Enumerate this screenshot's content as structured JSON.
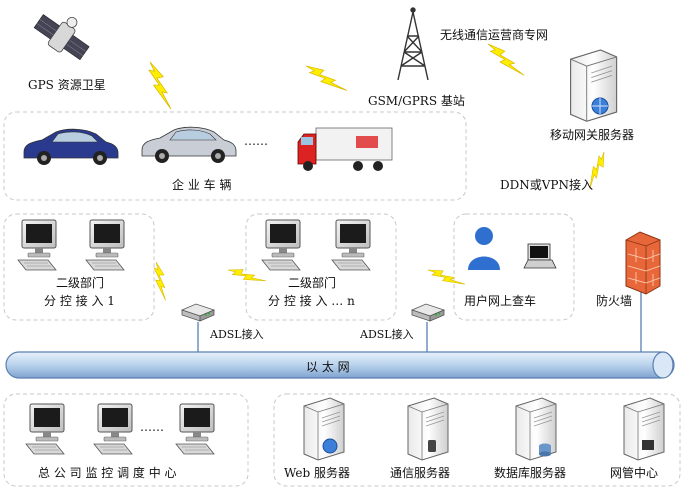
{
  "labels": {
    "gps_satellite": "GPS 资源卫星",
    "base_station": "GSM/GPRS 基站",
    "wireless_private_net": "无线通信运营商专网",
    "mobile_gateway": "移动网关服务器",
    "enterprise_vehicles": "企 业 车 辆",
    "vehicle_dots": "……",
    "ddn_vpn": "DDN或VPN接入",
    "branch_1_line1": "二级部门",
    "branch_1_line2": "分 控 接 入 1",
    "branch_n_line1": "二级部门",
    "branch_n_line2": "分 控 接 入 … n",
    "user_online": "用户网上查车",
    "firewall": "防火墙",
    "adsl_1": "ADSL接入",
    "adsl_2": "ADSL接入",
    "ethernet": "以  太  网",
    "hq_center": "总 公 司 监 控 调 度 中 心",
    "hq_dots": "……",
    "web_server": "Web 服务器",
    "comm_server": "通信服务器",
    "db_server": "数据库服务器",
    "nms_center": "网管中心"
  },
  "colors": {
    "group_border": "#c8c8c8",
    "ethernet_fill": "#c9dcf0",
    "ethernet_stroke": "#5a7fb0",
    "lightning": "#ffee00",
    "connector": "#6f8fbf",
    "firewall": "#e8673a"
  },
  "icons": [
    "satellite-icon",
    "tower-icon",
    "server-icon",
    "car-icon",
    "truck-icon",
    "computer-icon",
    "modem-icon",
    "user-icon",
    "laptop-icon",
    "firewall-icon"
  ]
}
